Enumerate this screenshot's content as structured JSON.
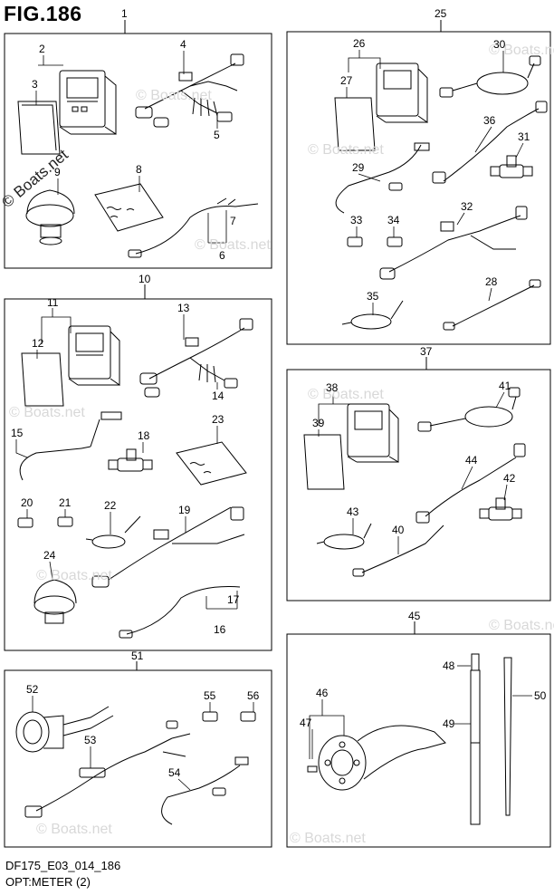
{
  "figure": {
    "title": "FIG.186"
  },
  "footer": {
    "code": "DF175_E03_014_186",
    "caption": "OPT:METER (2)"
  },
  "watermark": {
    "text": "© Boats.net",
    "dark_text": "© Boats.net"
  },
  "callouts": {
    "c1": "1",
    "c2": "2",
    "c3": "3",
    "c4": "4",
    "c5": "5",
    "c6": "6",
    "c7": "7",
    "c8": "8",
    "c9": "9",
    "c10": "10",
    "c11": "11",
    "c12": "12",
    "c13": "13",
    "c14": "14",
    "c15": "15",
    "c16": "16",
    "c17": "17",
    "c18": "18",
    "c19": "19",
    "c20": "20",
    "c21": "21",
    "c22": "22",
    "c23": "23",
    "c24": "24",
    "c25": "25",
    "c26": "26",
    "c27": "27",
    "c28": "28",
    "c29": "29",
    "c30": "30",
    "c31": "31",
    "c32": "32",
    "c33": "33",
    "c34": "34",
    "c35": "35",
    "c36": "36",
    "c37": "37",
    "c38": "38",
    "c39": "39",
    "c40": "40",
    "c41": "41",
    "c42": "42",
    "c43": "43",
    "c44": "44",
    "c45": "45",
    "c46": "46",
    "c47": "47",
    "c48": "48",
    "c49": "49",
    "c50": "50",
    "c51": "51",
    "c52": "52",
    "c53": "53",
    "c54": "54",
    "c55": "55",
    "c56": "56"
  }
}
